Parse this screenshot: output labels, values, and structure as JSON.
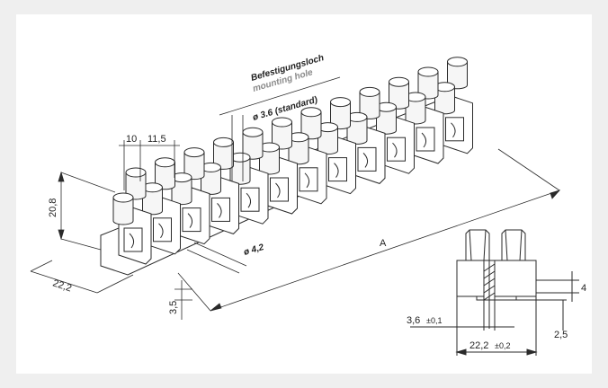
{
  "labels": {
    "befestigungsloch": "Befestigungsloch",
    "mounting_hole": "mounting hole",
    "hole_diameter": "ø 3.6  (standard)",
    "pitch_10": "10",
    "pitch_11_5": "11,5",
    "height_20_8": "20,8",
    "depth_22_2": "22,2",
    "base_3_5": "3,5",
    "screw_dia": "ø 4,2",
    "length_a": "A"
  },
  "detail": {
    "slot_width": "3,6",
    "slot_tol": "±0,1",
    "width": "22,2",
    "width_tol": "±0,2",
    "dim_4": "4",
    "dim_2_5": "2,5"
  },
  "colors": {
    "background": "#efefef",
    "panel": "#ffffff",
    "line": "#2a2a2a",
    "screw_fill": "#f6f6f6"
  },
  "unit_count": 12
}
